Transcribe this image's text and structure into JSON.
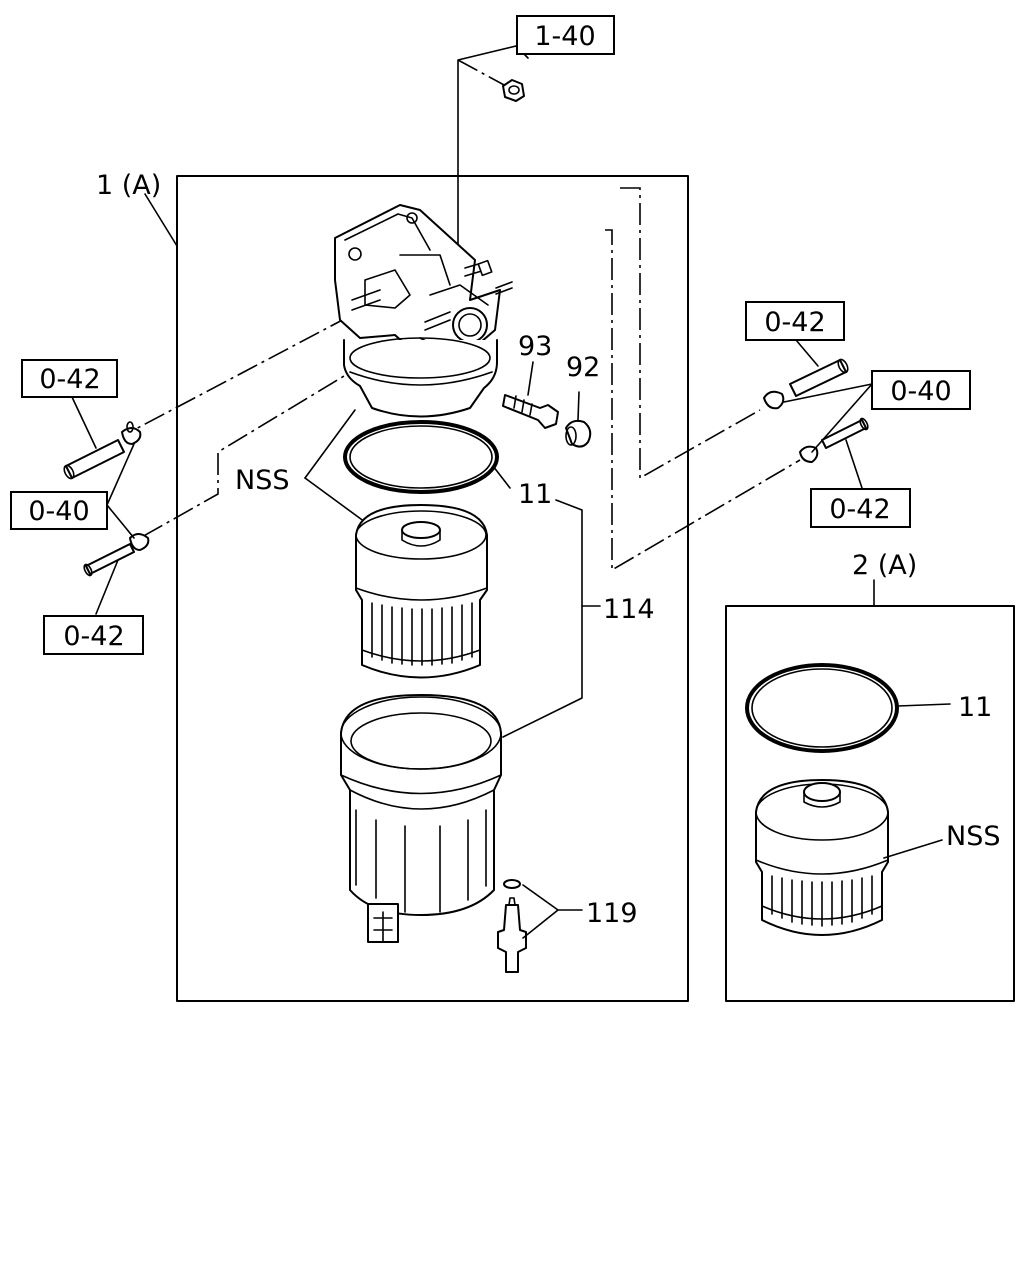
{
  "refs": {
    "r_1_40": "1-40",
    "r_0_42_left_top": "0-42",
    "r_0_40_left": "0-40",
    "r_0_42_left_bottom": "0-42",
    "r_0_42_right_top": "0-42",
    "r_0_40_right": "0-40",
    "r_0_42_right_bottom": "0-42"
  },
  "labels": {
    "assembly_1": "1 (A)",
    "assembly_2": "2 (A)",
    "nss_main": "NSS",
    "nss_kit": "NSS",
    "part_11_main": "11",
    "part_11_kit": "11",
    "part_114": "114",
    "part_119": "119",
    "part_93": "93",
    "part_92": "92"
  }
}
